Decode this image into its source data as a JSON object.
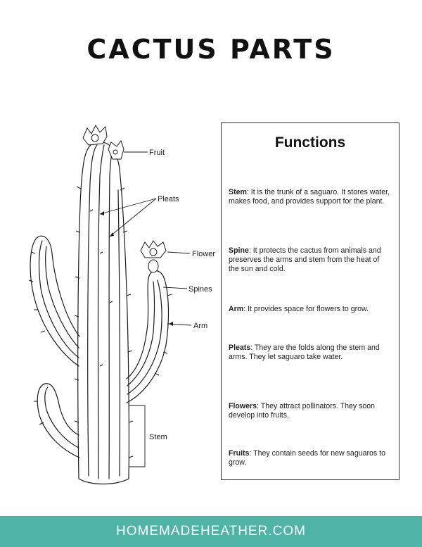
{
  "title": "CACTUS PARTS",
  "labels": {
    "fruit": "Fruit",
    "pleats": "Pleats",
    "flower": "Flower",
    "spines": "Spines",
    "arm": "Arm",
    "stem": "Stem"
  },
  "functions": {
    "heading": "Functions",
    "items": [
      {
        "term": "Stem",
        "sep": ":  ",
        "text": "It is the trunk of a saguaro. It stores water, makes food, and provides support for the plant."
      },
      {
        "term": "Spine",
        "sep": ": ",
        "text": "It protects the cactus from animals and preserves the arms and stem from the heat of the sun and cold."
      },
      {
        "term": "Arm",
        "sep": ": ",
        "text": "It provides space for flowers to grow."
      },
      {
        "term": "Pleats",
        "sep": ":  ",
        "text": "They are the folds along the stem and arms. They let saguaro take water."
      },
      {
        "term": "Flowers",
        "sep": ": ",
        "text": "They attract pollinators. They soon develop into fruits."
      },
      {
        "term": "Fruits",
        "sep": ":  ",
        "text": "They contain seeds for new saguaros to grow."
      }
    ]
  },
  "footer": "HOMEMADEHEATHER.COM",
  "colors": {
    "footer_bg": "#4fb3a6",
    "line": "#1a1a1a"
  }
}
